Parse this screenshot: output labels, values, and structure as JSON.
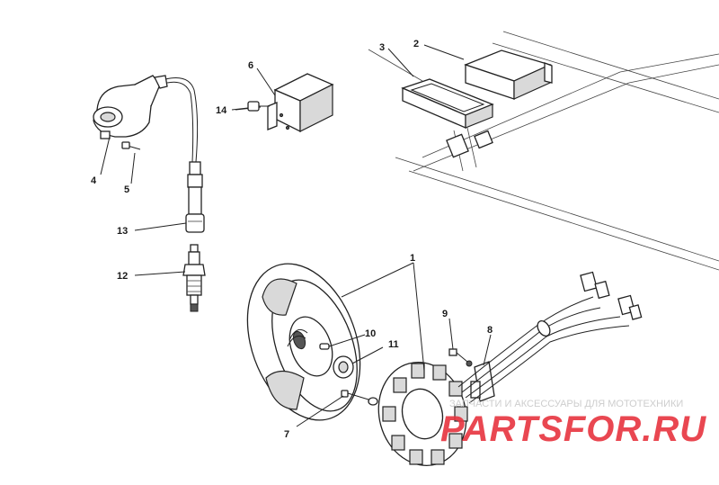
{
  "callouts": {
    "c1": "1",
    "c2": "2",
    "c3": "3",
    "c4": "4",
    "c5": "5",
    "c6": "6",
    "c7": "7",
    "c8": "8",
    "c9": "9",
    "c10": "10",
    "c11": "11",
    "c12": "12",
    "c13": "13",
    "c14": "14"
  },
  "watermark": {
    "tagline": "ЗАПЧАСТИ И АКСЕССУАРЫ ДЛЯ МОТОТЕХНИКИ",
    "brand": "PARTSFOR.RU",
    "brand_color": "#e7343f"
  }
}
